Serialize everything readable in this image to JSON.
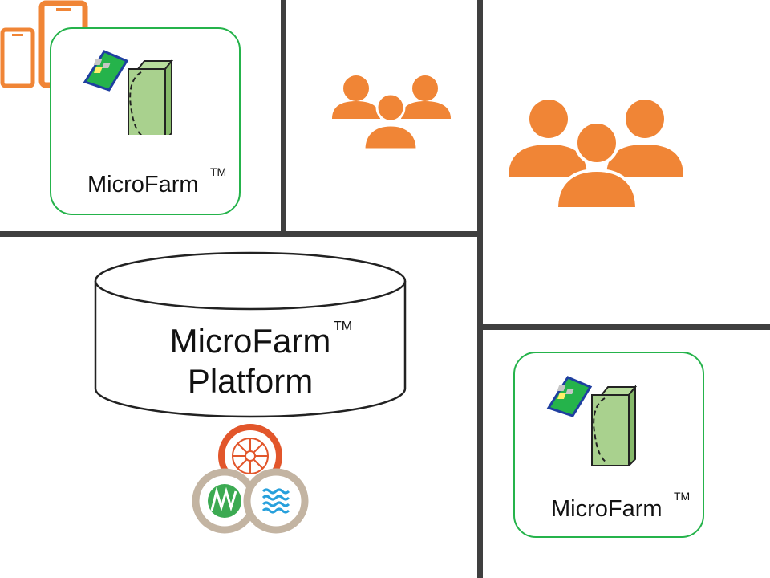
{
  "colors": {
    "divider": "#3f3f3f",
    "card_border": "#25b34b",
    "people": "#f08536",
    "device_green": "#a9d18e",
    "panel_green": "#25b34b",
    "panel_blue": "#1f3fa0",
    "logo_orange": "#e2562b",
    "logo_tan": "#c3b4a2",
    "logo_green": "#3caa52",
    "logo_blue": "#27a0dc"
  },
  "device_card_top": {
    "label": "MicroFarm",
    "trademark": "TM"
  },
  "device_card_bottom": {
    "label": "MicroFarm",
    "trademark": "TM"
  },
  "platform": {
    "line1": "MicroFarm",
    "line2": "Platform",
    "trademark": "TM"
  },
  "icons": {
    "device": "microfarm-device-icon",
    "people_small": "users-group-icon",
    "phone_small": "smartphone-icon",
    "people_large": "users-group-icon",
    "phone_large": "smartphone-icon",
    "database": "database-cylinder-icon",
    "logo": "three-circle-logo-icon"
  }
}
